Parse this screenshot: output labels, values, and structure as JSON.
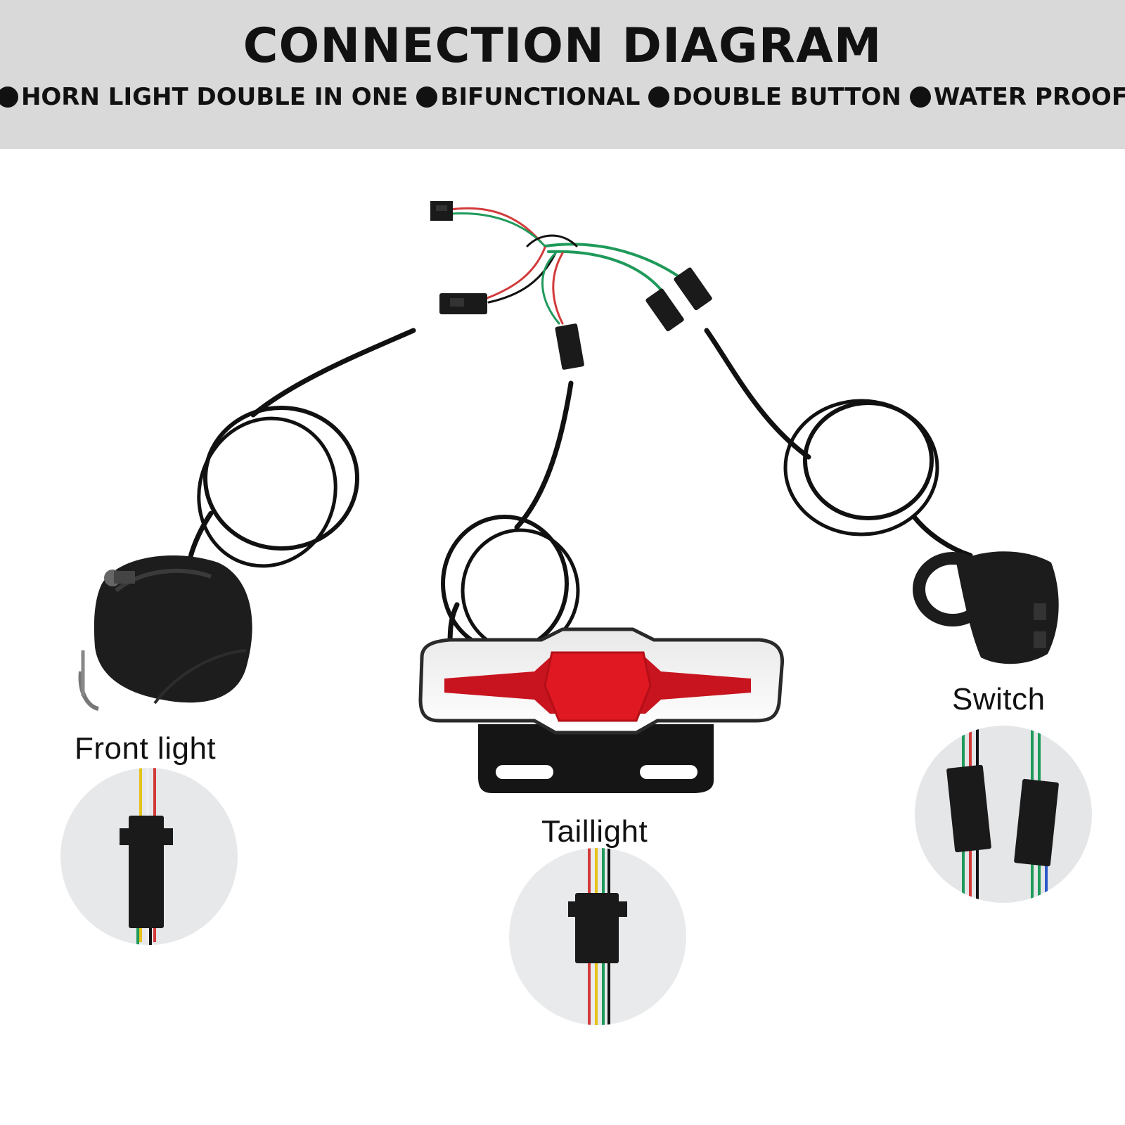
{
  "header": {
    "title": "CONNECTION DIAGRAM",
    "features": [
      "HORN LIGHT DOUBLE IN ONE",
      "BIFUNCTIONAL",
      "DOUBLE BUTTON",
      "WATER PROOF"
    ]
  },
  "labels": {
    "front_light": "Front light",
    "taillight": "Taillight",
    "switch": "Switch"
  },
  "colors": {
    "header_bg": "#d9d9d9",
    "cable": "#111111",
    "wire_red": "#d23a3a",
    "wire_green": "#1f9a5a",
    "wire_yellow": "#e6c21a",
    "wire_blue": "#2a58c8",
    "wire_white": "#eeeeee",
    "tail_red": "#c8141e"
  }
}
